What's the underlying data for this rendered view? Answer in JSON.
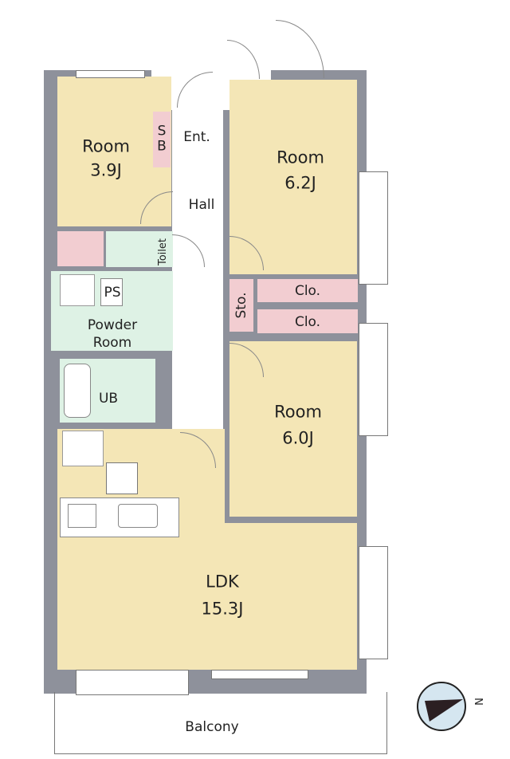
{
  "rooms": {
    "room_west": {
      "name": "Room",
      "size": "3.9J"
    },
    "shoe_box": "SB",
    "entrance": "Ent.",
    "hall": "Hall",
    "room_northeast": {
      "name": "Room",
      "size": "6.2J"
    },
    "toilet": "Toilet",
    "pipe_space": "PS",
    "powder_room": {
      "line1": "Powder",
      "line2": "Room"
    },
    "unit_bath": "UB",
    "storage": "Sto.",
    "closet_1": "Clo.",
    "closet_2": "Clo.",
    "room_east": {
      "name": "Room",
      "size": "6.0J"
    },
    "ldk": {
      "name": "LDK",
      "size": "15.3J"
    },
    "balcony": "Balcony"
  },
  "compass": {
    "label": "N"
  },
  "colors": {
    "wall": "#8e919b",
    "room": "#f4e6b6",
    "storage": "#f2cdd1",
    "wet_area": "#def2e5"
  }
}
